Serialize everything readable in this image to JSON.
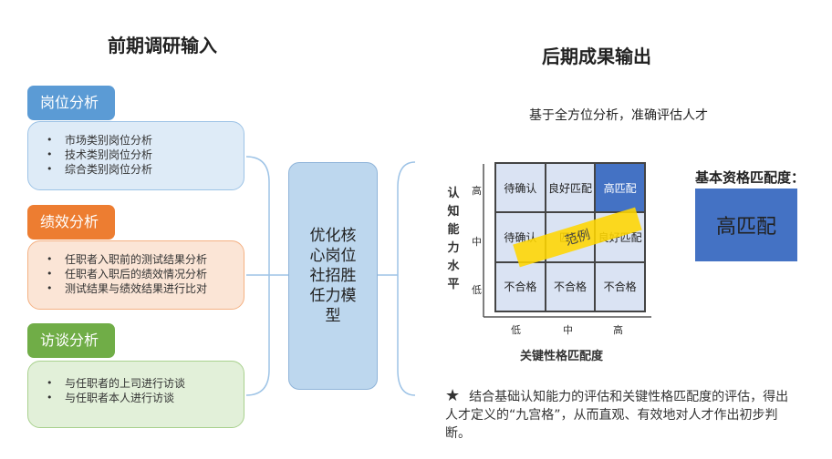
{
  "headings": {
    "left": "前期调研输入",
    "right": "后期成果输出"
  },
  "categories": [
    {
      "label": "岗位分析",
      "bullets": [
        "市场类别岗位分析",
        "技术类别岗位分析",
        "综合类别岗位分析"
      ]
    },
    {
      "label": "绩效分析",
      "bullets": [
        "任职者入职前的测试结果分析",
        "任职者入职后的绩效情况分析",
        "测试结果与绩效结果进行比对"
      ]
    },
    {
      "label": "访谈分析",
      "bullets": [
        "与任职者的上司进行访谈",
        "与任职者本人进行访谈"
      ]
    }
  ],
  "model": {
    "text": "优化核心岗位社招胜任力模型"
  },
  "output": {
    "subtitle": "基于全方位分析，准确评估人才",
    "y_label": "认知能力水平",
    "x_label": "关键性格匹配度",
    "y_ticks": [
      "高",
      "中",
      "低"
    ],
    "x_ticks": [
      "低",
      "中",
      "高"
    ],
    "grid": [
      [
        "待确认",
        "良好匹配",
        "高匹配"
      ],
      [
        "待确认",
        "匹配",
        "良好匹配"
      ],
      [
        "不合格",
        "不合格",
        "不合格"
      ]
    ],
    "range_label": "范例",
    "match_title": "基本资格匹配度：",
    "match_value": "高匹配",
    "note_star": "★",
    "note": "结合基础认知能力的评估和关键性格匹配度的评估，得出人才定义的“九宫格”，从而直观、有效地对人才作出初步判断。"
  },
  "colors": {
    "blue": "#5b9bd5",
    "orange": "#ed7d31",
    "green": "#70ad47",
    "highlight": "#4472c4",
    "range": "#ffd600"
  }
}
